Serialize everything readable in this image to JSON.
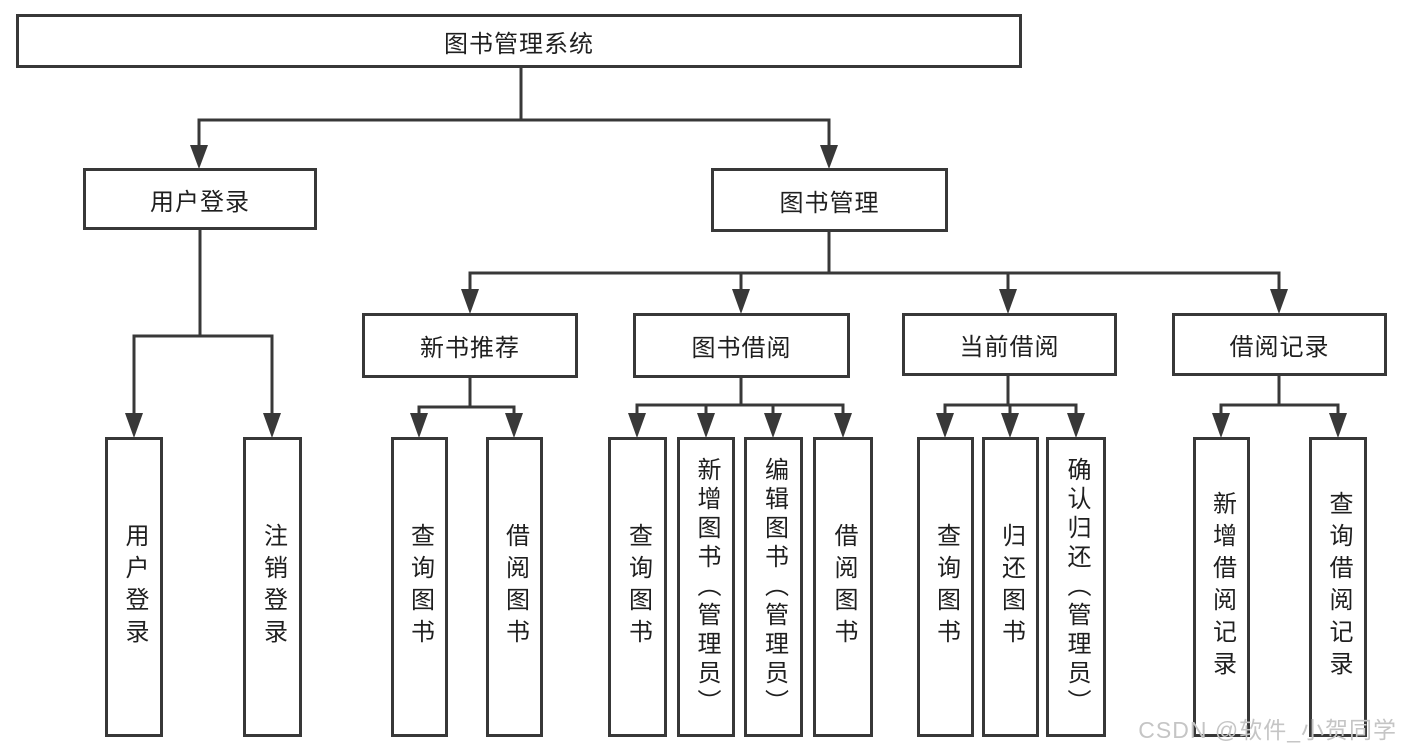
{
  "tree": {
    "root": {
      "label": "图书管理系统"
    },
    "user": {
      "label": "用户登录",
      "children": [
        "用户登录",
        "注销登录"
      ]
    },
    "book": {
      "label": "图书管理"
    },
    "book_children": [
      {
        "label": "新书推荐",
        "children": [
          "查询图书",
          "借阅图书"
        ]
      },
      {
        "label": "图书借阅",
        "children": [
          "查询图书",
          "新增图书（管理员）",
          "编辑图书（管理员）",
          "借阅图书"
        ]
      },
      {
        "label": "当前借阅",
        "children": [
          "查询图书",
          "归还图书",
          "确认归还（管理员）"
        ]
      },
      {
        "label": "借阅记录",
        "children": [
          "新增借阅记录",
          "查询借阅记录"
        ]
      }
    ]
  },
  "watermark": "CSDN @软件_小贺同学",
  "colors": {
    "line": "#383838",
    "text": "#1f1f1f",
    "watermark": "#c5c5c5",
    "background": "#ffffff"
  }
}
